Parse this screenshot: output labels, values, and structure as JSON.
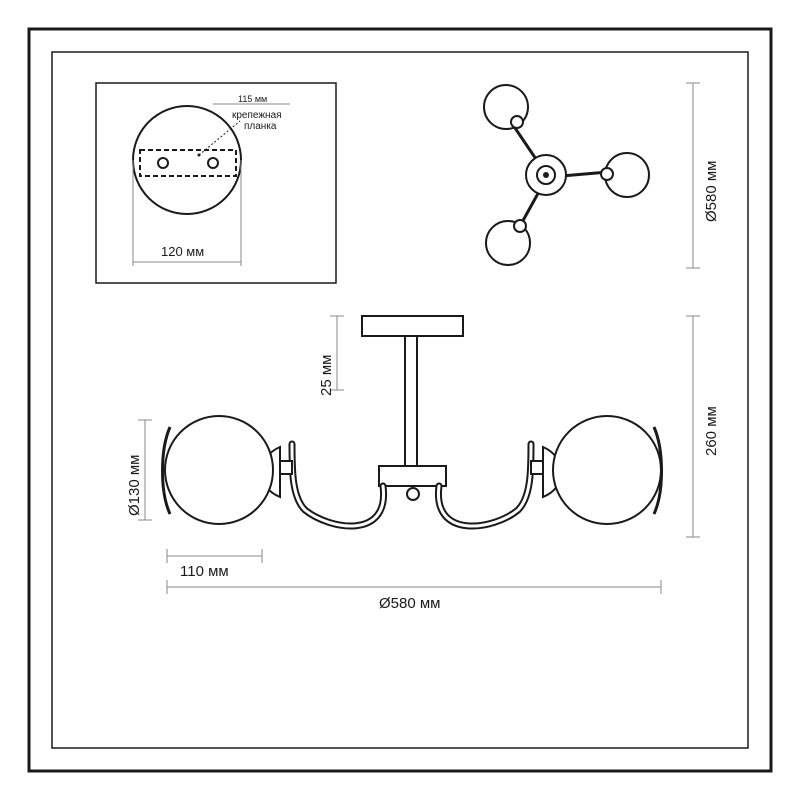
{
  "labels": {
    "hole_spacing": "115 мм",
    "plate_caption_line1": "крепежная",
    "plate_caption_line2": "планка",
    "plate_width": "120 мм",
    "top_view_diameter": "Ø580 мм",
    "rod_length": "25 мм",
    "height": "260 мм",
    "shade_diameter": "Ø130 мм",
    "shade_depth": "110 мм",
    "overall_diameter": "Ø580 мм"
  },
  "colors": {
    "line": "#1a1a1a",
    "dimension": "#8a8a8a",
    "background": "#ffffff"
  }
}
